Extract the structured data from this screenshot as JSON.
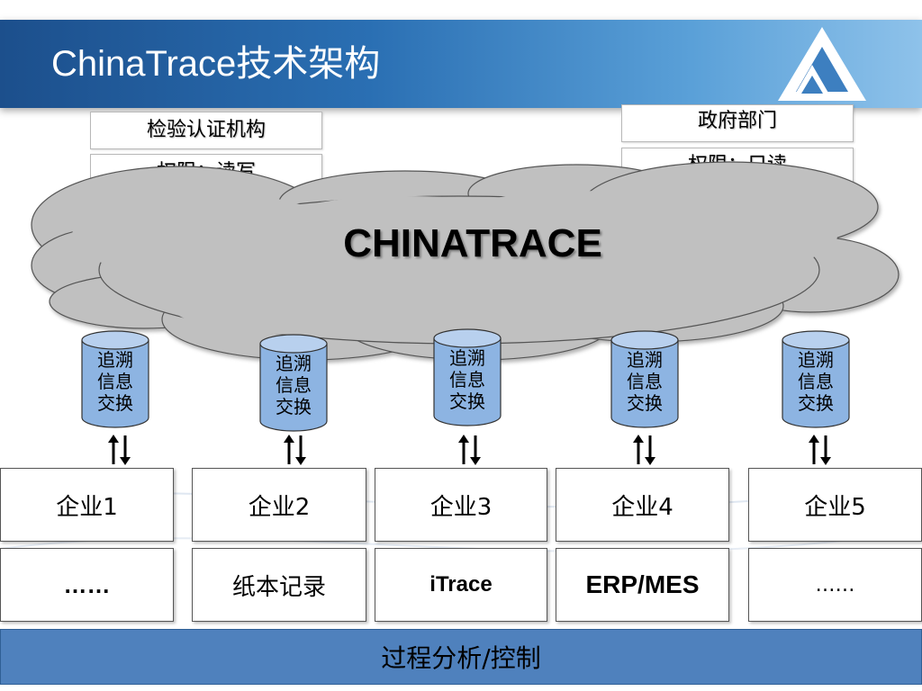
{
  "slide": {
    "title": "ChinaTrace技术架构",
    "colors": {
      "title_bar": "#2a6fb3",
      "cloud_fill": "#c0c0c0",
      "cylinder_fill": "#8db4e2",
      "bottom_bar": "#4f81bd"
    },
    "logo_icon": "triangle-logo-icon"
  },
  "authorities": [
    {
      "name": "检验认证机构",
      "permission": "权限：读写"
    },
    {
      "name": "政府部门",
      "permission": "权限：只读"
    }
  ],
  "cloud": {
    "label": "CHINATRACE"
  },
  "exchange_nodes": [
    {
      "label": "追溯\n信息\n交换"
    },
    {
      "label": "追溯\n信息\n交换"
    },
    {
      "label": "追溯\n信息\n交换"
    },
    {
      "label": "追溯\n信息\n交换"
    },
    {
      "label": "追溯\n信息\n交换"
    }
  ],
  "enterprises": [
    {
      "name": "企业1",
      "system": "……"
    },
    {
      "name": "企业2",
      "system": "纸本记录"
    },
    {
      "name": "企业3",
      "system": "iTrace"
    },
    {
      "name": "企业4",
      "system": "ERP/MES"
    },
    {
      "name": "企业5",
      "system": "……"
    }
  ],
  "bottom_bar": {
    "label": "过程分析/控制"
  }
}
